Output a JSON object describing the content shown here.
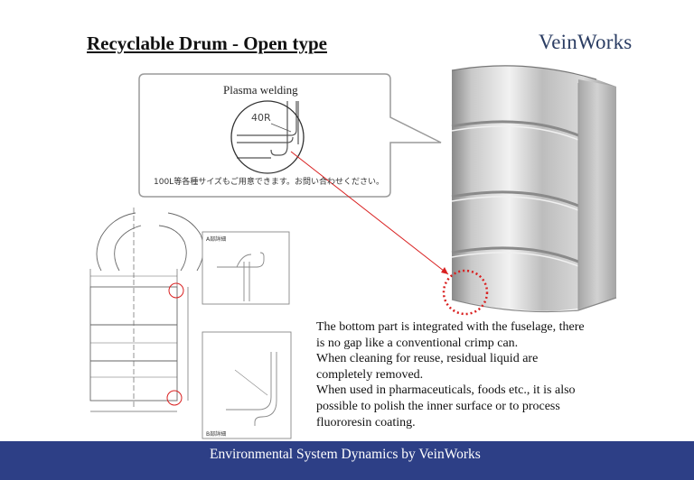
{
  "slide": {
    "title": "Recyclable Drum - Open type",
    "logo": "VeinWorks",
    "callout_label": "Plasma welding",
    "radius_label": "40R",
    "jp_note": "100L等各種サイズもご用意できます。お問い合わせください。",
    "detail_a_label": "A部詳細",
    "detail_b_label": "B部詳細",
    "body_lines": [
      "The bottom part is integrated with the fuselage, there",
      "is no gap like a conventional crimp can.",
      "When cleaning for reuse, residual liquid are",
      "completely removed.",
      "When used in pharmaceuticals, foods etc., it is also",
      "possible to polish the inner surface or to process",
      "fluororesin coating."
    ],
    "footer": "Environmental System Dynamics by VeinWorks"
  },
  "colors": {
    "footer_bg": "#2d3f86",
    "logo": "#2b3d63",
    "highlight_red": "#d92020"
  }
}
